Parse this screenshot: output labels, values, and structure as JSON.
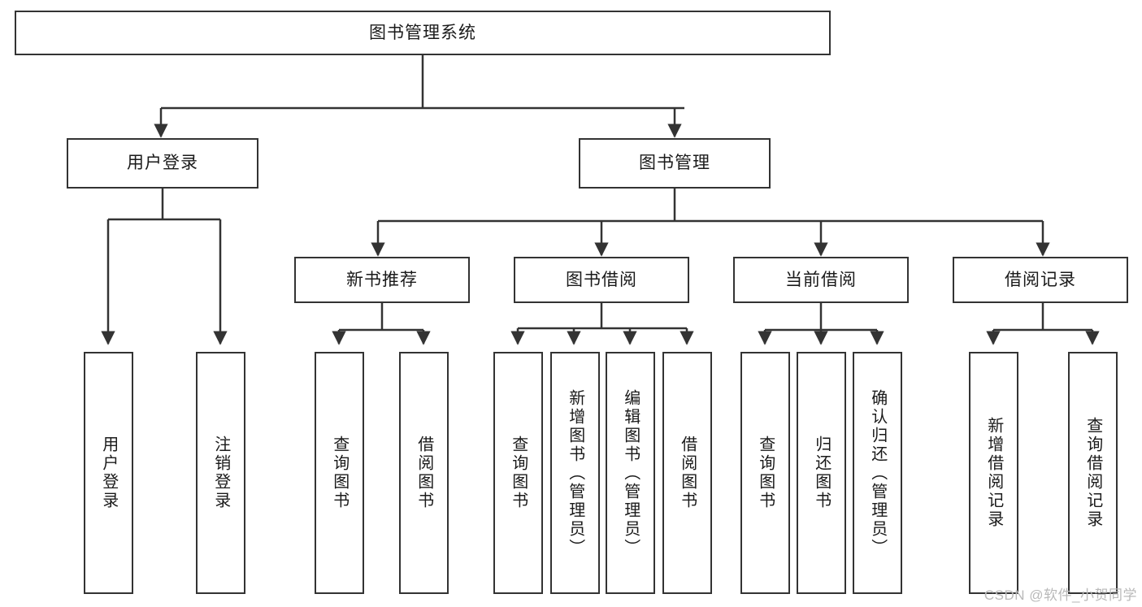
{
  "diagram": {
    "title": "图书管理系统",
    "watermark": "CSDN @软件_小贺同学",
    "root": {
      "label": "图书管理系统"
    },
    "level2": [
      {
        "label": "用户登录"
      },
      {
        "label": "图书管理"
      }
    ],
    "level3": [
      {
        "label": "新书推荐"
      },
      {
        "label": "图书借阅"
      },
      {
        "label": "当前借阅"
      },
      {
        "label": "借阅记录"
      }
    ],
    "leaves": [
      {
        "label": "用户登录"
      },
      {
        "label": "注销登录"
      },
      {
        "label": "查询图书"
      },
      {
        "label": "借阅图书"
      },
      {
        "label": "查询图书"
      },
      {
        "label": "新增图书（管理员）"
      },
      {
        "label": "编辑图书（管理员）"
      },
      {
        "label": "借阅图书"
      },
      {
        "label": "查询图书"
      },
      {
        "label": "归还图书"
      },
      {
        "label": "确认归还（管理员）"
      },
      {
        "label": "新增借阅记录"
      },
      {
        "label": "查询借阅记录"
      }
    ],
    "colors": {
      "stroke": "#333333",
      "fill": "#ffffff",
      "text": "#1a1a1a",
      "watermark": "#b9b9b9"
    }
  }
}
